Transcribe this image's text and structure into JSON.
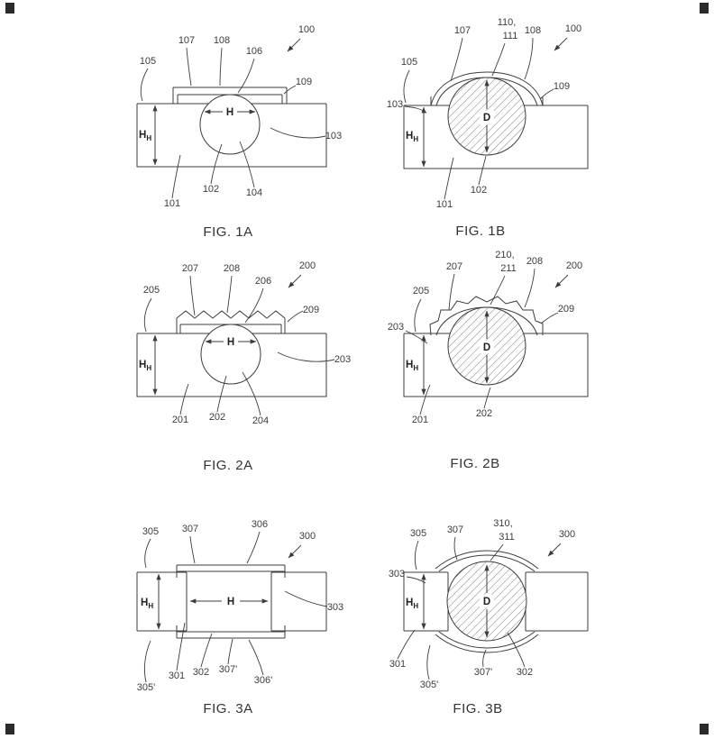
{
  "figures": {
    "fig1a": {
      "caption": "FIG. 1A",
      "refs": {
        "r100": "100",
        "r101": "101",
        "r102": "102",
        "r103": "103",
        "r104": "104",
        "r105": "105",
        "r106": "106",
        "r107": "107",
        "r108": "108",
        "r109": "109"
      },
      "dims": {
        "h": "H",
        "hh_base": "H",
        "hh_sub": "H"
      }
    },
    "fig1b": {
      "caption": "FIG. 1B",
      "refs": {
        "r100": "100",
        "r101": "101",
        "r102": "102",
        "r103": "103",
        "r105": "105",
        "r107": "107",
        "r108": "108",
        "r109": "109",
        "r110": "110,",
        "r111": "111"
      },
      "dims": {
        "d": "D",
        "hh_base": "H",
        "hh_sub": "H"
      }
    },
    "fig2a": {
      "caption": "FIG. 2A",
      "refs": {
        "r200": "200",
        "r201": "201",
        "r202": "202",
        "r203": "203",
        "r204": "204",
        "r205": "205",
        "r206": "206",
        "r207": "207",
        "r208": "208",
        "r209": "209"
      },
      "dims": {
        "h": "H",
        "hh_base": "H",
        "hh_sub": "H"
      }
    },
    "fig2b": {
      "caption": "FIG. 2B",
      "refs": {
        "r200": "200",
        "r201": "201",
        "r202": "202",
        "r203": "203",
        "r205": "205",
        "r207": "207",
        "r208": "208",
        "r209": "209",
        "r210": "210,",
        "r211": "211"
      },
      "dims": {
        "d": "D",
        "hh_base": "H",
        "hh_sub": "H"
      }
    },
    "fig3a": {
      "caption": "FIG. 3A",
      "refs": {
        "r300": "300",
        "r301": "301",
        "r302": "302",
        "r303": "303",
        "r305": "305",
        "r305p": "305'",
        "r306": "306",
        "r306p": "306'",
        "r307": "307",
        "r307p": "307'"
      },
      "dims": {
        "h": "H",
        "hh_base": "H",
        "hh_sub": "H"
      }
    },
    "fig3b": {
      "caption": "FIG. 3B",
      "refs": {
        "r300": "300",
        "r301": "301",
        "r302": "302",
        "r303": "303",
        "r305": "305",
        "r305p": "305'",
        "r307": "307",
        "r307p": "307'",
        "r310": "310,",
        "r311": "311"
      },
      "dims": {
        "d": "D",
        "hh_base": "H",
        "hh_sub": "H"
      }
    }
  }
}
